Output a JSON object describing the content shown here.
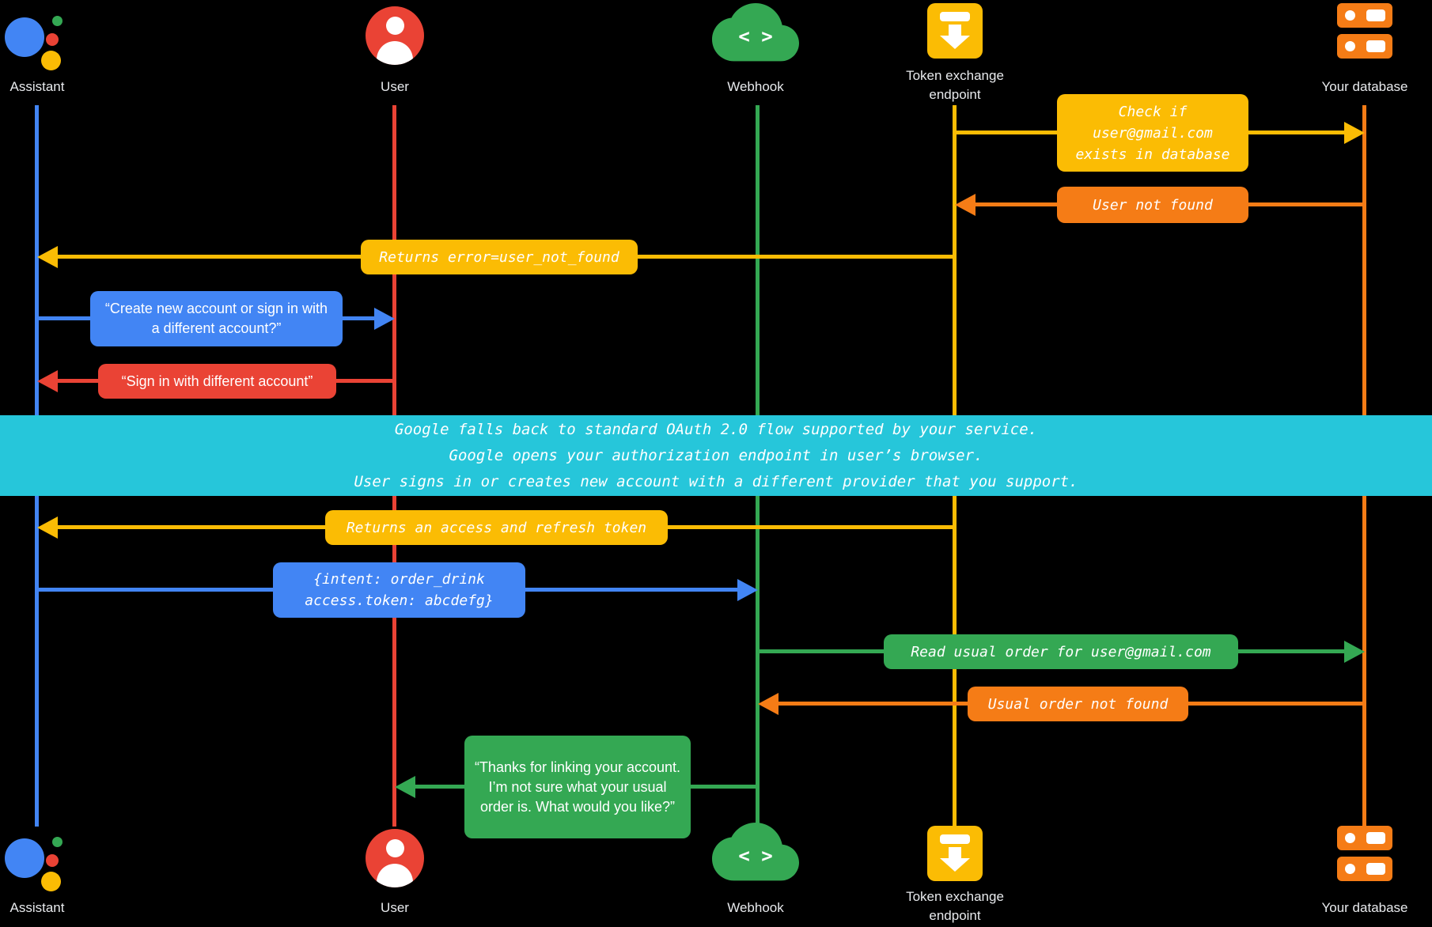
{
  "diagram_title": "Google Assistant account linking fallback sequence diagram",
  "colors": {
    "background": "#000000",
    "assistant_blue": "#4285F4",
    "user_red": "#EA4335",
    "webhook_green": "#34A853",
    "token_yellow": "#FBBC04",
    "database_orange": "#F57C16",
    "banner_cyan": "#26C6DA",
    "label_gray": "#E8EAED",
    "text_white": "#FFFFFF"
  },
  "actors": [
    {
      "id": "assistant",
      "label": "Assistant"
    },
    {
      "id": "user",
      "label": "User"
    },
    {
      "id": "webhook",
      "label": "Webhook"
    },
    {
      "id": "token_exchange_endpoint",
      "label": "Token exchange\nendpoint"
    },
    {
      "id": "your_database",
      "label": "Your database"
    }
  ],
  "icons": {
    "webhook_glyph": "< >"
  },
  "messages": [
    {
      "from": "token_exchange_endpoint",
      "to": "your_database",
      "color": "yellow",
      "style": "mono",
      "text": "Check if\nuser@gmail.com\nexists in database"
    },
    {
      "from": "your_database",
      "to": "token_exchange_endpoint",
      "color": "orange",
      "style": "mono",
      "text": "User not found"
    },
    {
      "from": "token_exchange_endpoint",
      "to": "assistant",
      "color": "yellow",
      "style": "mono",
      "text": "Returns error=user_not_found"
    },
    {
      "from": "assistant",
      "to": "user",
      "color": "blue",
      "style": "speech",
      "text": "“Create new account or sign in with a different account?”"
    },
    {
      "from": "user",
      "to": "assistant",
      "color": "red",
      "style": "speech",
      "text": "“Sign in with different account”"
    },
    {
      "from": "token_exchange_endpoint",
      "to": "assistant",
      "color": "yellow",
      "style": "mono",
      "text": "Returns an access and refresh token"
    },
    {
      "from": "assistant",
      "to": "webhook",
      "color": "blue",
      "style": "mono",
      "text": "{intent: order_drink\naccess.token: abcdefg}"
    },
    {
      "from": "webhook",
      "to": "your_database",
      "color": "green",
      "style": "mono",
      "text": "Read usual order for user@gmail.com"
    },
    {
      "from": "your_database",
      "to": "webhook",
      "color": "orange",
      "style": "mono",
      "text": "Usual order not found"
    },
    {
      "from": "webhook",
      "to": "user",
      "color": "green",
      "style": "speech",
      "text": "“Thanks for linking your account. I’m not sure what your usual order is. What would you like?”"
    }
  ],
  "banner": {
    "text": "Google falls back to standard OAuth 2.0 flow supported by your service.\nGoogle opens your authorization endpoint in user’s browser.\nUser signs in or creates new account with a different provider that you support."
  }
}
